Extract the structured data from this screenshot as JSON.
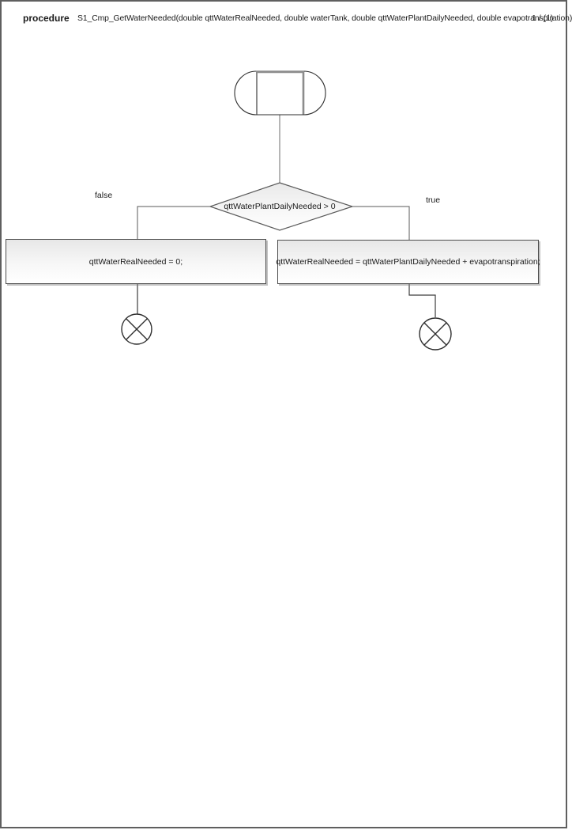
{
  "header": {
    "kind_label": "procedure",
    "signature": "S1_Cmp_GetWaterNeeded(double qttWaterRealNeeded, double waterTank, double qttWaterPlantDailyNeeded, double evapotranspiration)",
    "page_number": "1 / (1)"
  },
  "diagram": {
    "type": "activity-flowchart",
    "start_node": "initial-terminator",
    "decision": {
      "label": "qttWaterPlantDailyNeeded > 0"
    },
    "branches": {
      "false_label": "false",
      "true_label": "true"
    },
    "actions": {
      "false_action": "qttWaterRealNeeded = 0;",
      "true_action": "qttWaterRealNeeded = qttWaterPlantDailyNeeded + evapotranspiration;"
    },
    "end_nodes": [
      "flow-final",
      "flow-final"
    ]
  },
  "colors": {
    "page_border": "#5f5f5f",
    "shape_border": "#4d4d4d",
    "connector": "#5a5a5a",
    "partition_highlight": "#8c8c8c",
    "fill_top": "#e7e7e7",
    "fill_bottom": "#ffffff",
    "text": "#1a1a1a"
  }
}
